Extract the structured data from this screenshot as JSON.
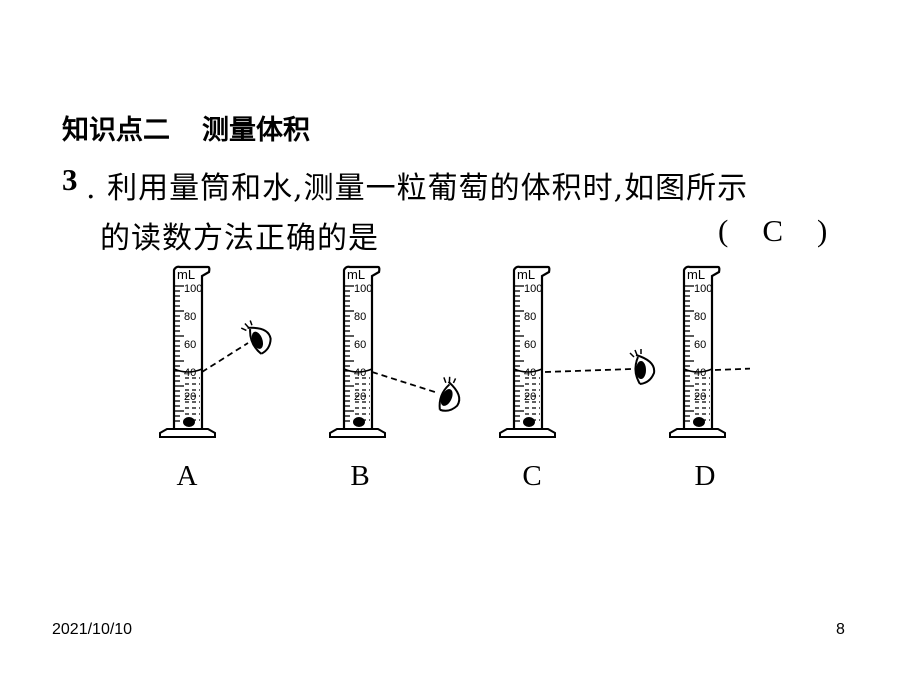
{
  "heading": {
    "part1": "知识点二",
    "part2": "测量体积"
  },
  "question": {
    "number": "3",
    "line1": ". 利用量筒和水,测量一粒葡萄的体积时,如图所示",
    "line2": "的读数方法正确的是",
    "answer_open": "(",
    "answer": "C",
    "answer_close": ")"
  },
  "figure": {
    "unit": "mL",
    "tick_labels": [
      "100",
      "80",
      "60",
      "40",
      "20"
    ],
    "options": [
      {
        "label": "A",
        "eye_view": "above"
      },
      {
        "label": "B",
        "eye_view": "below"
      },
      {
        "label": "C",
        "eye_view": "level-with-meniscus-bottom"
      },
      {
        "label": "D",
        "eye_view": "level-with-meniscus-top"
      }
    ]
  },
  "footer": {
    "date": "2021/10/10",
    "page": "8"
  }
}
